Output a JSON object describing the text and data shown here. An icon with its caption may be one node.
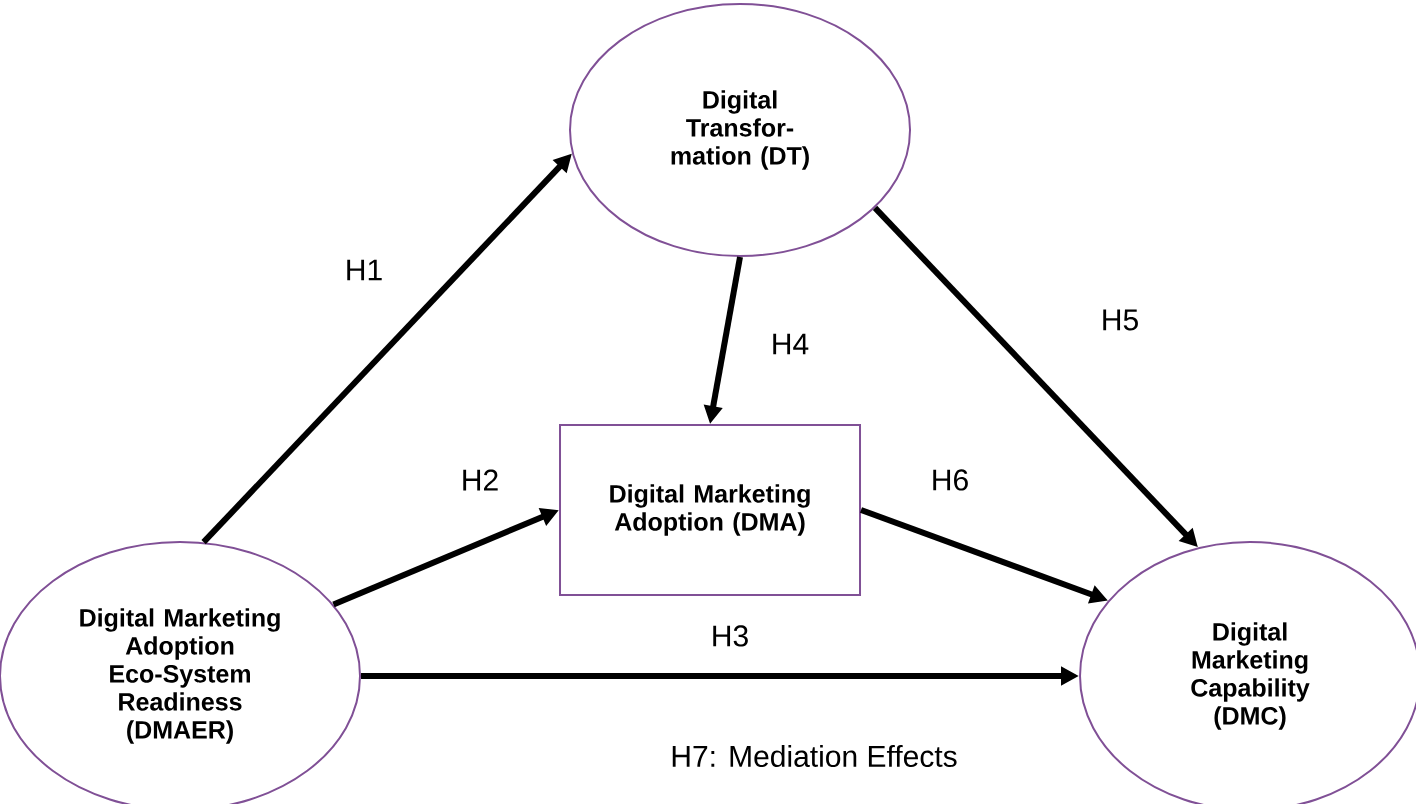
{
  "diagram": {
    "nodes": [
      {
        "text": [
          "Digital Transfor- mation (DT)"
        ]
      },
      {
        "text": [
          "Digital Marketing Adoption (DMA)"
        ]
      },
      {
        "text": [
          "Digital Marketing Adoption Eco-System Readiness (DMAER)"
        ]
      },
      {
        "text": [
          "Digital Marketing Capability (DMC)"
        ]
      }
    ],
    "edges": [
      {
        "from": 2,
        "to": 0,
        "arrow": "to",
        "label": "H1"
      },
      {
        "from": 2,
        "to": 1,
        "arrow": "to",
        "label": "H2"
      },
      {
        "from": 2,
        "to": 3,
        "arrow": "to",
        "label": "H3"
      },
      {
        "from": 0,
        "to": 1,
        "arrow": "to",
        "label": "H4"
      },
      {
        "from": 0,
        "to": 3,
        "arrow": "to",
        "label": "H5"
      },
      {
        "from": 1,
        "to": 3,
        "arrow": "to",
        "label": "H6"
      }
    ],
    "labels": [
      "H7: Mediation Effects"
    ]
  }
}
